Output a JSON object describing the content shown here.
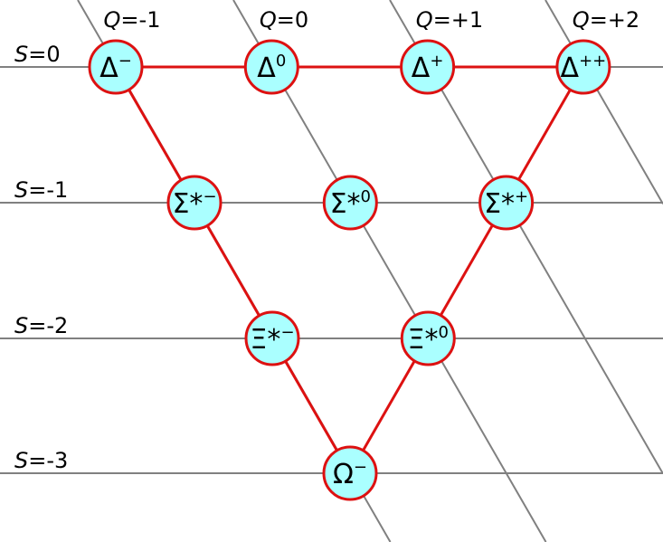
{
  "diagram": {
    "charge_labels": [
      {
        "var": "Q",
        "rest": "=-1"
      },
      {
        "var": "Q",
        "rest": "=0"
      },
      {
        "var": "Q",
        "rest": "=+1"
      },
      {
        "var": "Q",
        "rest": "=+2"
      }
    ],
    "strangeness_labels": [
      {
        "var": "S",
        "rest": "=0"
      },
      {
        "var": "S",
        "rest": "=-1"
      },
      {
        "var": "S",
        "rest": "=-2"
      },
      {
        "var": "S",
        "rest": "=-3"
      }
    ],
    "particles": [
      {
        "id": "delta-minus",
        "symbol": "Δ",
        "sup": "−",
        "row": 0,
        "col": 0
      },
      {
        "id": "delta-zero",
        "symbol": "Δ",
        "sup": "0",
        "row": 0,
        "col": 1
      },
      {
        "id": "delta-plus",
        "symbol": "Δ",
        "sup": "+",
        "row": 0,
        "col": 2
      },
      {
        "id": "delta-plus-plus",
        "symbol": "Δ",
        "sup": "++",
        "row": 0,
        "col": 3
      },
      {
        "id": "sigma-star-minus",
        "symbol": "Σ*",
        "sup": "−",
        "row": 1,
        "col": 0
      },
      {
        "id": "sigma-star-zero",
        "symbol": "Σ*",
        "sup": "0",
        "row": 1,
        "col": 1
      },
      {
        "id": "sigma-star-plus",
        "symbol": "Σ*",
        "sup": "+",
        "row": 1,
        "col": 2
      },
      {
        "id": "xi-star-minus",
        "symbol": "Ξ*",
        "sup": "−",
        "row": 2,
        "col": 0
      },
      {
        "id": "xi-star-zero",
        "symbol": "Ξ*",
        "sup": "0",
        "row": 2,
        "col": 1
      },
      {
        "id": "omega-minus",
        "symbol": "Ω",
        "sup": "−",
        "row": 3,
        "col": 0
      }
    ],
    "colors": {
      "node_fill": "#aaffff",
      "edge": "#dd1111",
      "grid": "#808080"
    }
  }
}
